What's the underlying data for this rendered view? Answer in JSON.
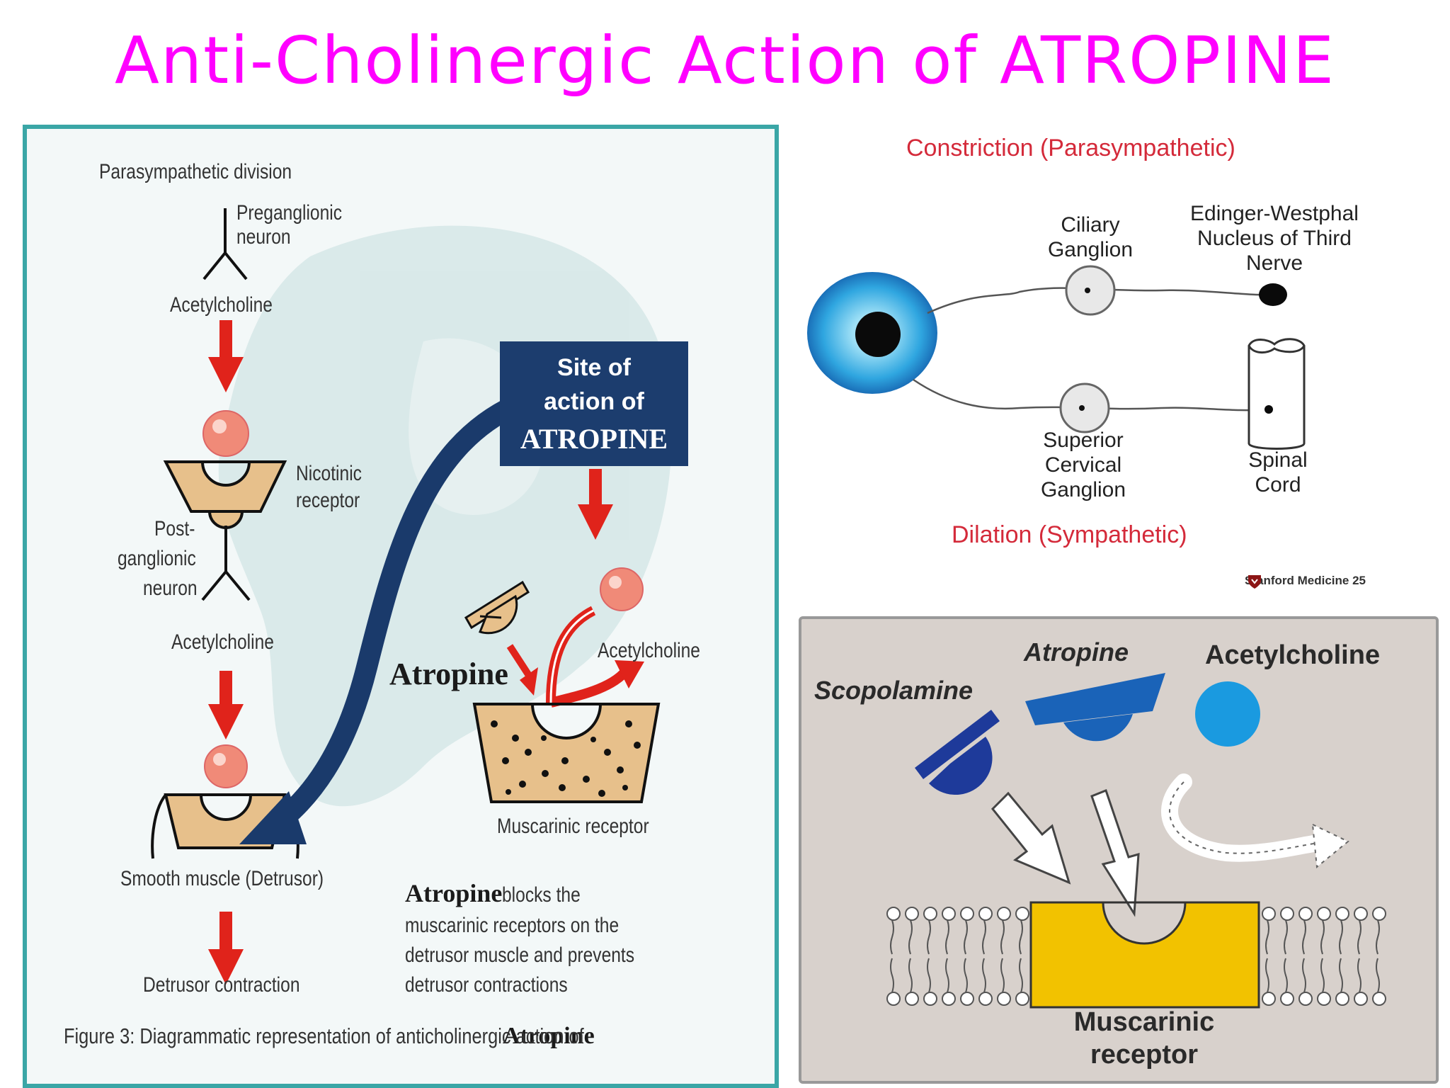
{
  "title": "Anti-Cholinergic Action of ATROPINE",
  "left_panel": {
    "division": "Parasympathetic division",
    "preganglionic": [
      "Preganglionic",
      "neuron"
    ],
    "acetylcholine_1": "Acetylcholine",
    "nicotinic": [
      "Nicotinic",
      "receptor"
    ],
    "postganglionic": [
      "Post-",
      "ganglionic",
      "neuron"
    ],
    "acetylcholine_2": "Acetylcholine",
    "smooth_muscle": "Smooth muscle (Detrusor)",
    "detrusor_contraction": "Detrusor contraction",
    "site_box": [
      "Site of",
      "action of",
      "ATROPINE"
    ],
    "atropine_label": "Atropine",
    "acetylcholine_3": "Acetylcholine",
    "muscarinic": "Muscarinic receptor",
    "desc_bold": "Atropine",
    "desc_lines": [
      " blocks the",
      "muscarinic receptors on the",
      "detrusor muscle and prevents",
      "detrusor contractions"
    ],
    "caption": "Figure 3: Diagrammatic representation of anticholinergic action of ",
    "caption_bold": "Atropine"
  },
  "eye_panel": {
    "constriction": "Constriction (Parasympathetic)",
    "ciliary": [
      "Ciliary",
      "Ganglion"
    ],
    "edinger": [
      "Edinger-Westphal",
      "Nucleus of Third",
      "Nerve"
    ],
    "superior": [
      "Superior",
      "Cervical",
      "Ganglion"
    ],
    "spinal": [
      "Spinal",
      "Cord"
    ],
    "dilation": "Dilation (Sympathetic)",
    "credit": "Stanford Medicine 25"
  },
  "receptor_panel": {
    "scopolamine": "Scopolamine",
    "atropine": "Atropine",
    "acetylcholine": "Acetylcholine",
    "muscarinic": [
      "Muscarinic",
      "receptor"
    ]
  },
  "colors": {
    "title": "#ff00ff",
    "arrow_red": "#e0231b",
    "navy": "#1a3a6b",
    "receptor_tan": "#e7c08b",
    "site_box": "#1c3d6e",
    "eye_blue": "#2fa6e0",
    "receptor_yellow": "#f2c200",
    "drug_blue": "#1a63b8",
    "ach_blue": "#1a9ae0"
  }
}
